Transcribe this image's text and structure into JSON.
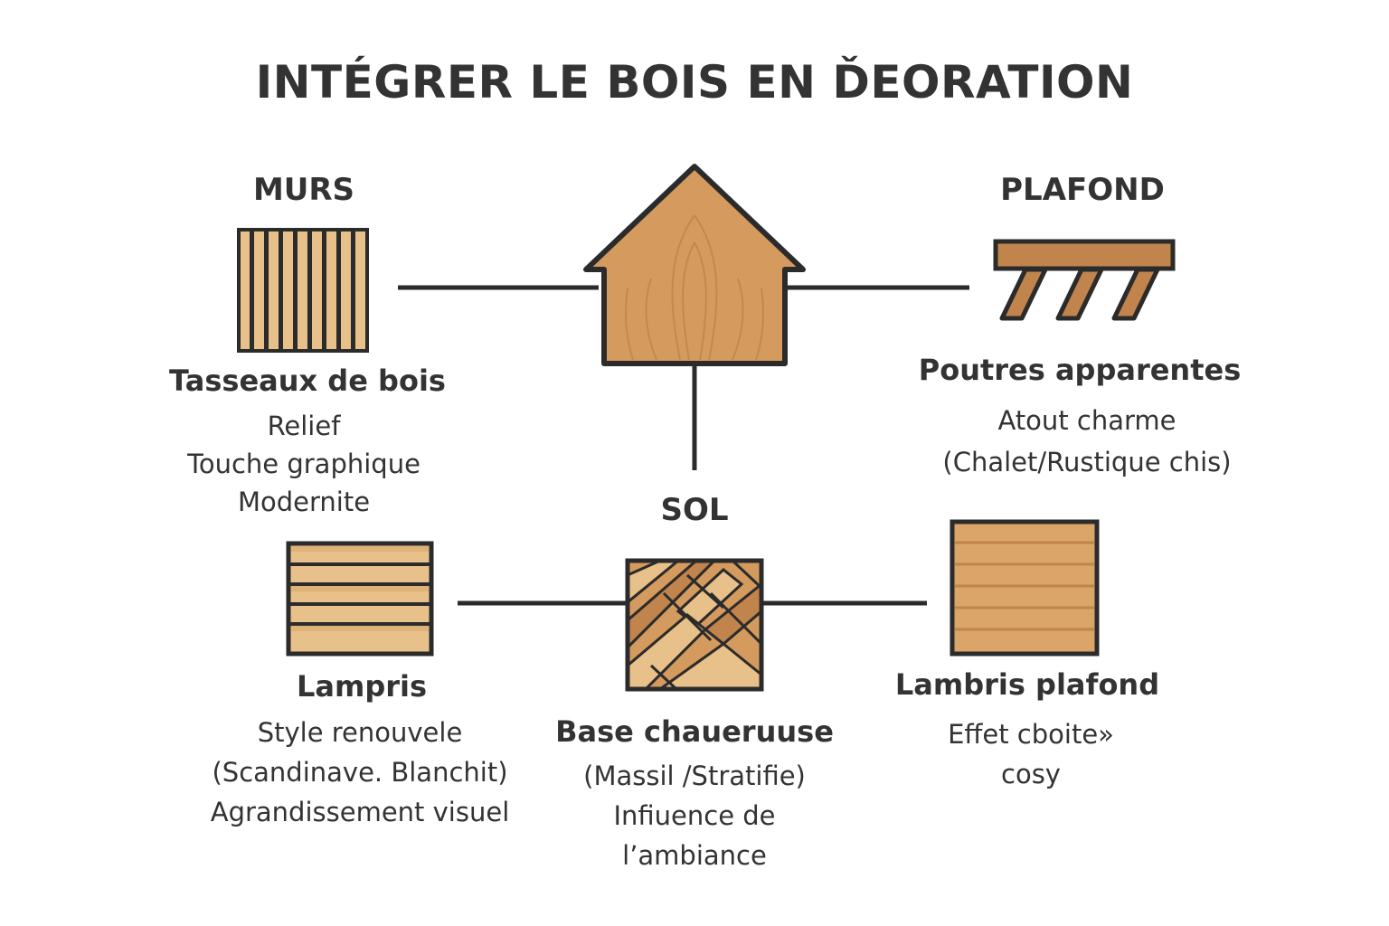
{
  "title": "INTÉGRER LE BOIS EN ĎEORATION",
  "colors": {
    "wood_light": "#e8c08a",
    "wood_mid": "#d49a5e",
    "wood_dark": "#b97a44",
    "outline": "#2b2b2b"
  },
  "center": {
    "icon": "wooden-house-icon"
  },
  "murs": {
    "heading": "MURS",
    "icon": "vertical-slats-icon",
    "label": "Tasseaux de bois",
    "lines": [
      "Relief",
      "Touche graphique",
      "Modernite"
    ]
  },
  "plafond": {
    "heading": "PLAFOND",
    "icon": "exposed-beams-icon",
    "label": "Poutres apparentes",
    "lines": [
      "Atout charme",
      "(Chalet/Rustique chis)"
    ]
  },
  "sol": {
    "heading": "SOL",
    "icon": "herringbone-floor-icon",
    "label": "Base chaueruuse",
    "lines": [
      "(Massil /Stratifie)",
      "Infiuence de",
      "l’ambiance"
    ]
  },
  "lambris": {
    "icon": "horizontal-panels-icon",
    "label": "Lampris",
    "lines": [
      "Style renouvele",
      "(Scandinave. Blanchit)",
      "Agrandissement visuel"
    ]
  },
  "lambris_plafond": {
    "icon": "ceiling-panels-icon",
    "label": "Lambris plafond",
    "lines": [
      "Effet cboite»",
      "cosy"
    ]
  }
}
